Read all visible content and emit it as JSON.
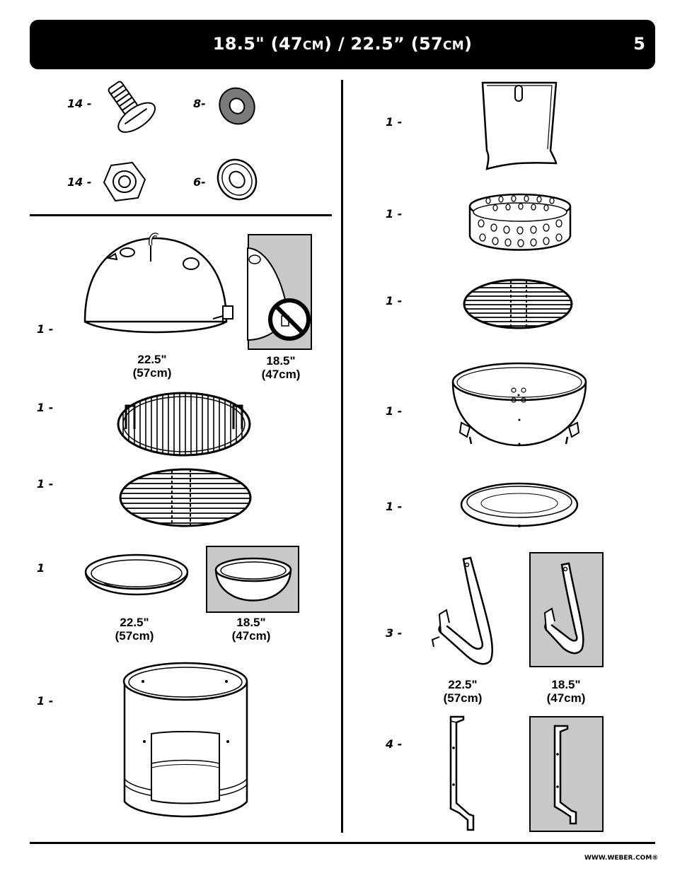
{
  "header": {
    "title_main_1": "18.5\" (47",
    "title_unit_1": "CM",
    "title_main_2": ") / 22.5” (57",
    "title_unit_2": "CM",
    "title_main_3": ")",
    "page_number": "5"
  },
  "hardware": {
    "bolt_qty": "14 -",
    "washer_grey_qty": "8-",
    "nut_qty": "14 -",
    "washer_qty": "6-"
  },
  "left_parts": {
    "lid_qty": "1 -",
    "lid_size_large_line1": "22.5\"",
    "lid_size_large_line2": "(57cm)",
    "lid_size_small_line1": "18.5\"",
    "lid_size_small_line2": "(47cm)",
    "cooking_grate_qty": "1 -",
    "charcoal_grate_qty": "1 -",
    "water_pan_qty": "1",
    "water_pan_size_large_line1": "22.5\"",
    "water_pan_size_large_line2": "(57cm)",
    "water_pan_size_small_line1": "18.5\"",
    "water_pan_size_small_line2": "(47cm)",
    "cylinder_qty": "1 -"
  },
  "right_parts": {
    "access_door_qty": "1 -",
    "charcoal_ring_qty": "1 -",
    "grate_qty": "1 -",
    "bowl_qty": "1 -",
    "ash_pan_qty": "1 -",
    "leg_qty": "3 -",
    "leg_size_large_line1": "22.5\"",
    "leg_size_large_line2": "(57cm)",
    "leg_size_small_line1": "18.5\"",
    "leg_size_small_line2": "(47cm)",
    "bracket_qty": "4 -"
  },
  "footer": {
    "website": "WWW.WEBER.COM®"
  }
}
